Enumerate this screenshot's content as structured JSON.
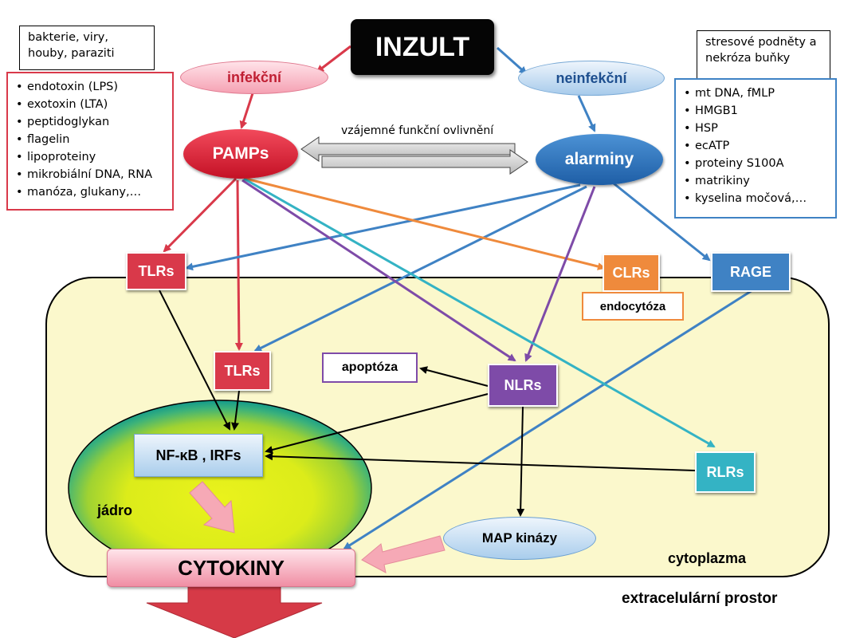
{
  "title": "INZULT",
  "branches": {
    "infectious": "infekční",
    "noninfectious": "neinfekční"
  },
  "pamps": "PAMPs",
  "alarmins": "alarminy",
  "mutual_influence": "vzájemné funkční ovlivnění",
  "pathogens_note": "bakterie, viry, houby, paraziti",
  "stress_note": "stresové podněty a nekróza buňky",
  "pamps_list": [
    "endotoxin (LPS)",
    "exotoxin (LTA)",
    "peptidoglykan",
    "flagelin",
    "lipoproteiny",
    "mikrobiální DNA, RNA",
    "manóza, glukany,…"
  ],
  "alarmins_list": [
    "mt DNA, fMLP",
    "HMGB1",
    "HSP",
    "ecATP",
    "proteiny S100A",
    "matrikiny",
    "kyselina močová,…"
  ],
  "receptors": {
    "tlrs_membrane": "TLRs",
    "tlrs_internal": "TLRs",
    "clrs": "CLRs",
    "rage": "RAGE",
    "nlrs": "NLRs",
    "rlrs": "RLRs"
  },
  "endocytosis": "endocytóza",
  "apoptosis": "apoptóza",
  "transcription_factors": "NF-κB , IRFs",
  "nucleus": "jádro",
  "map_kinases": "MAP kinázy",
  "cytokines": "CYTOKINY",
  "cytoplasm": "cytoplazma",
  "extracellular": "extracelulární prostor",
  "colors": {
    "red": "#d9394a",
    "blue": "#3f82c4",
    "orange": "#ef8a3c",
    "purple": "#7e4ba8",
    "teal": "#34b3c4",
    "cell": "#fbf8cc",
    "nucleus_core": "#e4ef1a",
    "nucleus_edge": "#16a28a"
  }
}
